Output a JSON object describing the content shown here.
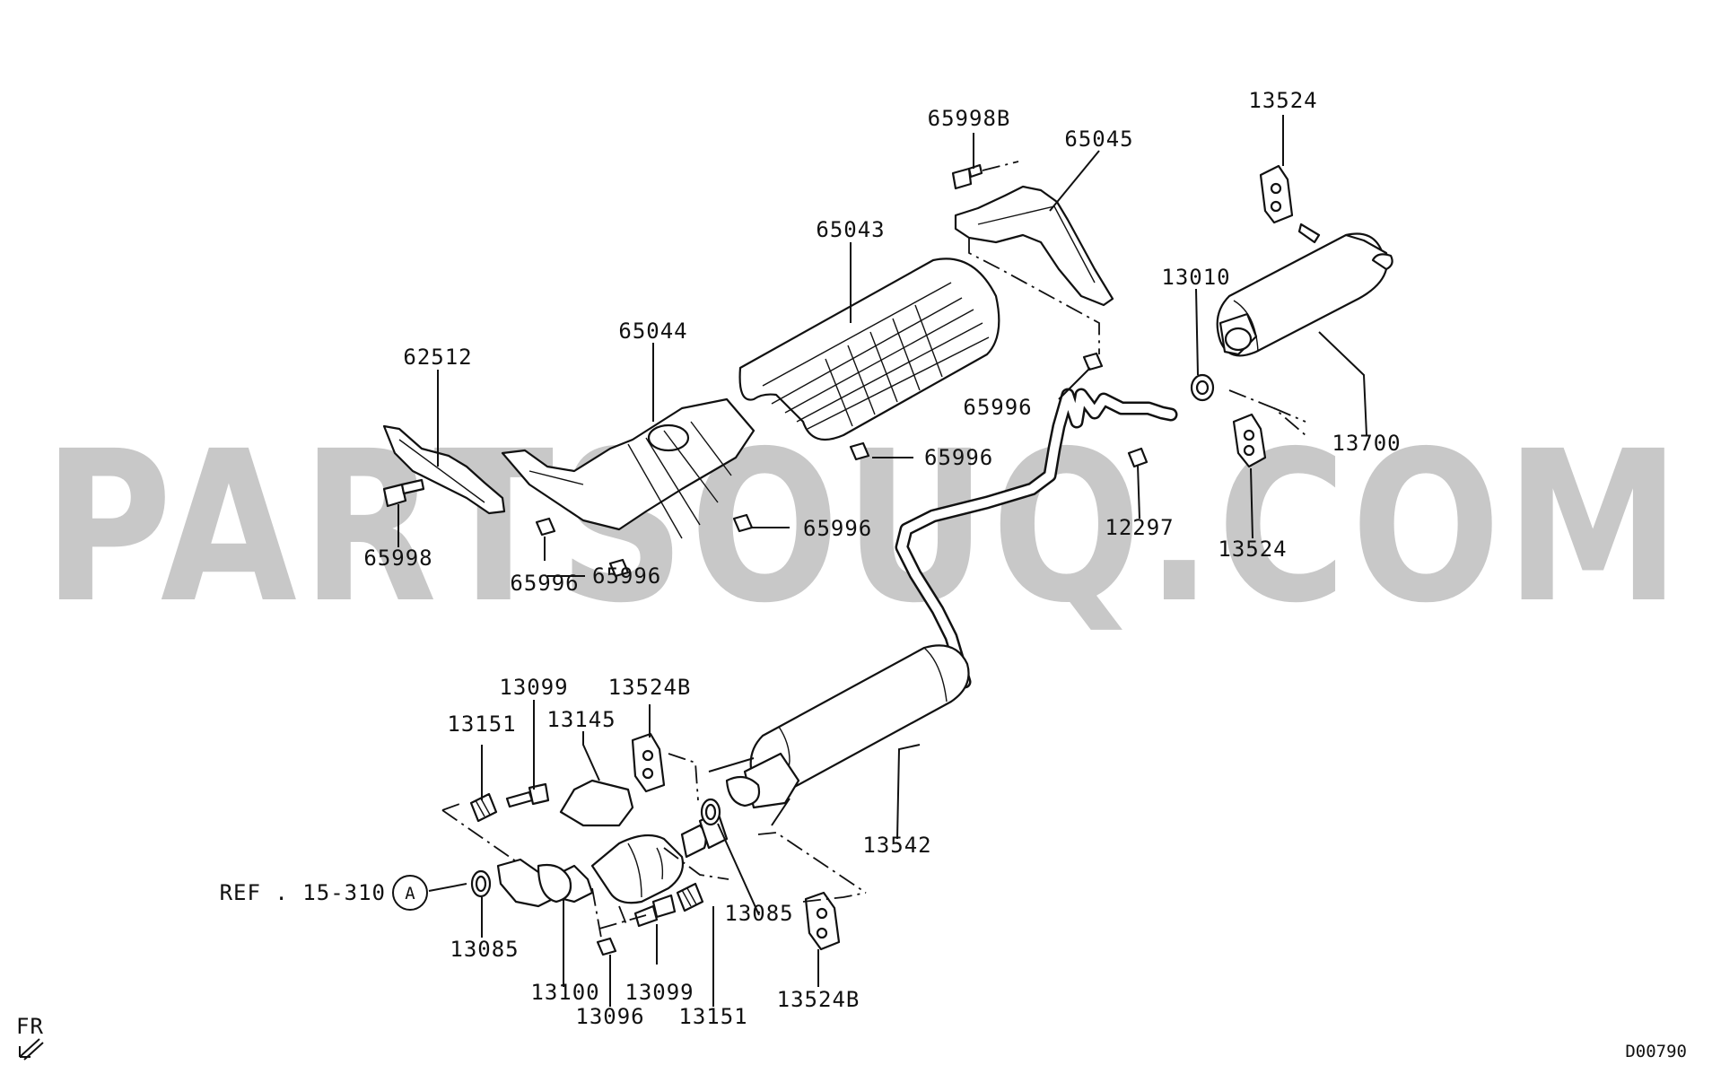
{
  "watermark": "PARTSOUQ.COM",
  "diagram_code": "D00790",
  "orientation_label": "FR",
  "reference": {
    "text": "REF . 15-310",
    "circle_letter": "A"
  },
  "callouts": {
    "p13524_top": "13524",
    "p65998B": "65998B",
    "p65045": "65045",
    "p65043": "65043",
    "p13010": "13010",
    "p65044": "65044",
    "p62512": "62512",
    "p65996_a": "65996",
    "p13700": "13700",
    "p65996_b": "65996",
    "p65996_c": "65996",
    "p12297": "12297",
    "p13524_mid": "13524",
    "p65998": "65998",
    "p65996_d": "65996",
    "p65996_e": "65996",
    "p13099_top": "13099",
    "p13524B_top": "13524B",
    "p13151_top": "13151",
    "p13145": "13145",
    "p13542": "13542",
    "p13085_right": "13085",
    "p13085_left": "13085",
    "p13100": "13100",
    "p13099_bot": "13099",
    "p13096": "13096",
    "p13151_bot": "13151",
    "p13524B_bot": "13524B"
  }
}
